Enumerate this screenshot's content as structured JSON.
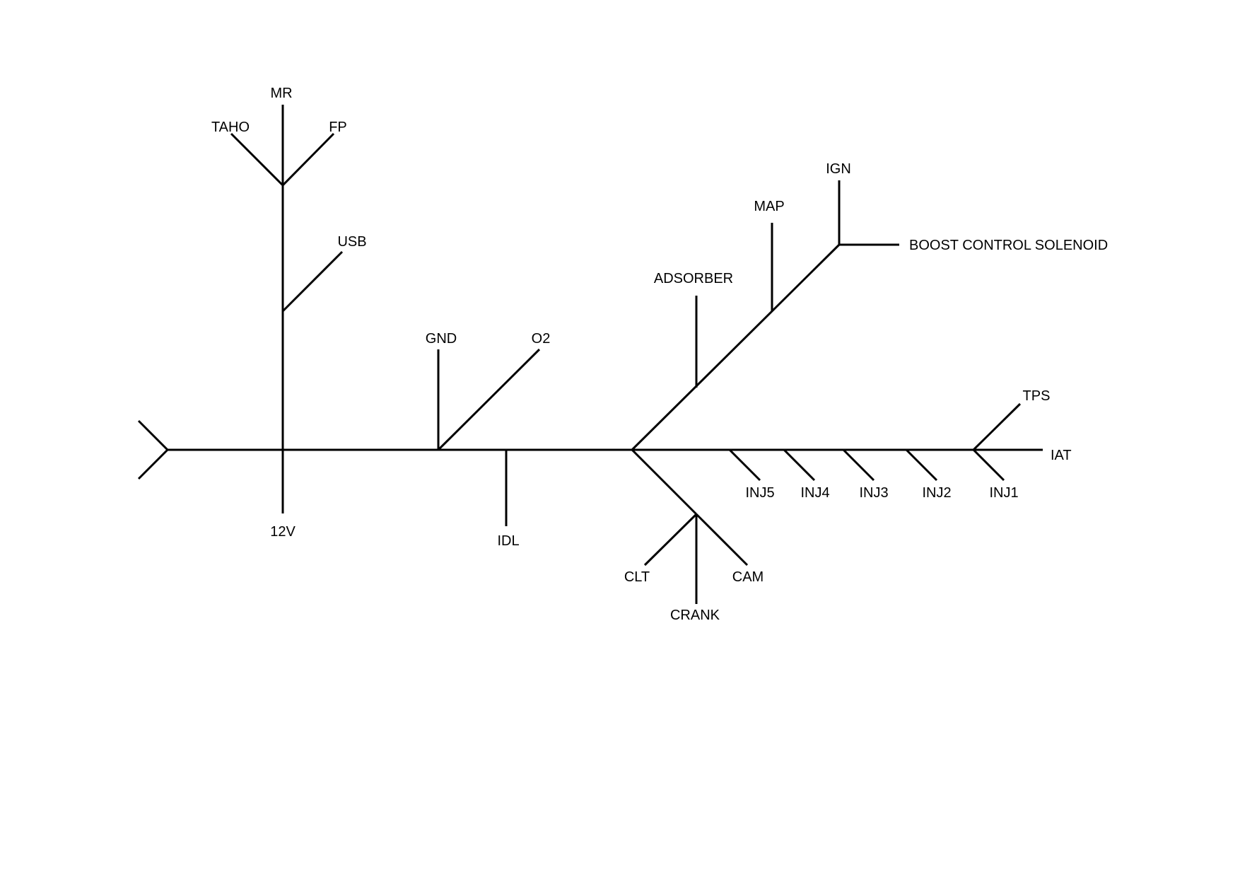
{
  "diagram": {
    "labels": {
      "mr": "MR",
      "taho": "TAHO",
      "fp": "FP",
      "usb": "USB",
      "twelve_v": "12V",
      "gnd": "GND",
      "o2": "O2",
      "idl": "IDL",
      "adsorber": "ADSORBER",
      "map": "MAP",
      "ign": "IGN",
      "boost_control_solenoid": "BOOST CONTROL SOLENOID",
      "tps": "TPS",
      "iat": "IAT",
      "inj5": "INJ5",
      "inj4": "INJ4",
      "inj3": "INJ3",
      "inj2": "INJ2",
      "inj1": "INJ1",
      "clt": "CLT",
      "crank": "CRANK",
      "cam": "CAM"
    }
  }
}
